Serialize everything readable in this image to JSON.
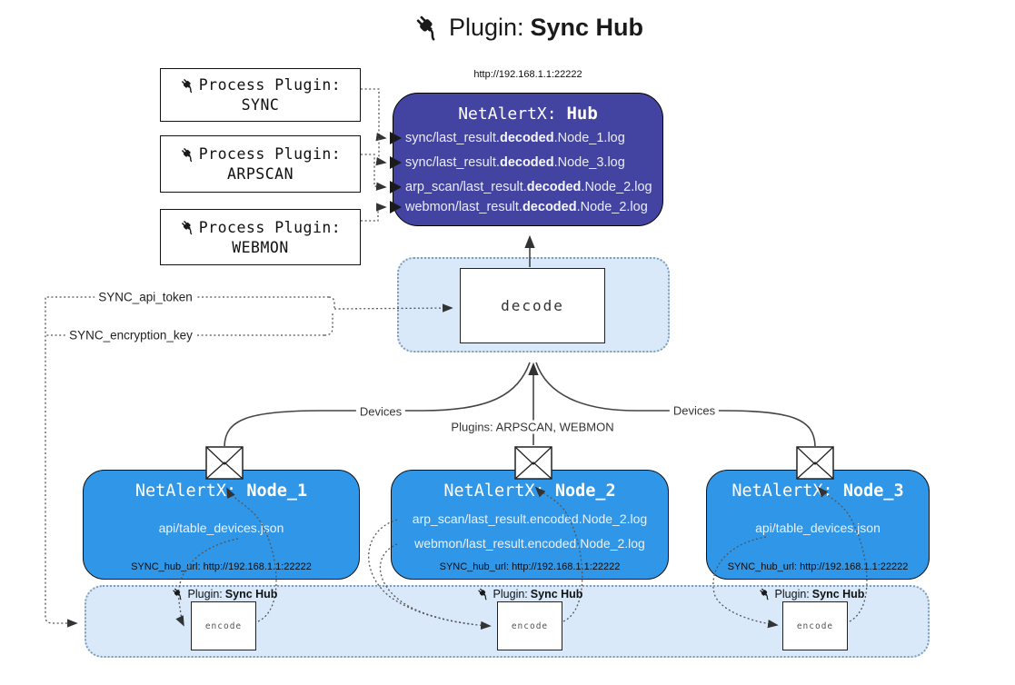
{
  "title": {
    "prefix": "Plugin:",
    "name": "Sync Hub"
  },
  "hub": {
    "url": "http://192.168.1.1:22222",
    "title_prefix": "NetAlertX:",
    "title_name": "Hub",
    "lines": [
      {
        "pre": "sync/last_result.",
        "bold": "decoded",
        "post": ".Node_1.log"
      },
      {
        "pre": "sync/last_result.",
        "bold": "decoded",
        "post": ".Node_3.log"
      },
      {
        "pre": "arp_scan/last_result.",
        "bold": "decoded",
        "post": ".Node_2.log"
      },
      {
        "pre": "webmon/last_result.",
        "bold": "decoded",
        "post": ".Node_2.log"
      }
    ]
  },
  "process_plugins": [
    {
      "label": "Process Plugin:",
      "name": "SYNC"
    },
    {
      "label": "Process Plugin:",
      "name": "ARPSCAN"
    },
    {
      "label": "Process Plugin:",
      "name": "WEBMON"
    }
  ],
  "settings": {
    "api_token": "SYNC_api_token",
    "encryption_key": "SYNC_encryption_key"
  },
  "decode_label": "decode",
  "encode_label": "encode",
  "edge_labels": {
    "devices_left": "Devices",
    "devices_right": "Devices",
    "plugins": "Plugins: ARPSCAN, WEBMON"
  },
  "nodes": [
    {
      "title_prefix": "NetAlertX:",
      "title_name": "Node_1",
      "lines": [
        "api/table_devices.json"
      ],
      "footer": "SYNC_hub_url: http://192.168.1.1:22222"
    },
    {
      "title_prefix": "NetAlertX:",
      "title_name": "Node_2",
      "lines": [
        "arp_scan/last_result.encoded.Node_2.log",
        "webmon/last_result.encoded.Node_2.log"
      ],
      "footer": "SYNC_hub_url: http://192.168.1.1:22222"
    },
    {
      "title_prefix": "NetAlertX:",
      "title_name": "Node_3",
      "lines": [
        "api/table_devices.json"
      ],
      "footer": "SYNC_hub_url: http://192.168.1.1:22222"
    }
  ],
  "sync_plugin_label": {
    "prefix": "Plugin:",
    "name": "Sync Hub"
  },
  "colors": {
    "hub_fill": "#4343a2",
    "node_fill": "#2f96e8",
    "panel_fill": "#d9e9fa",
    "panel_border": "#7f9db9",
    "wire": "#444444",
    "text_on_blue": "#eaf1fa"
  }
}
